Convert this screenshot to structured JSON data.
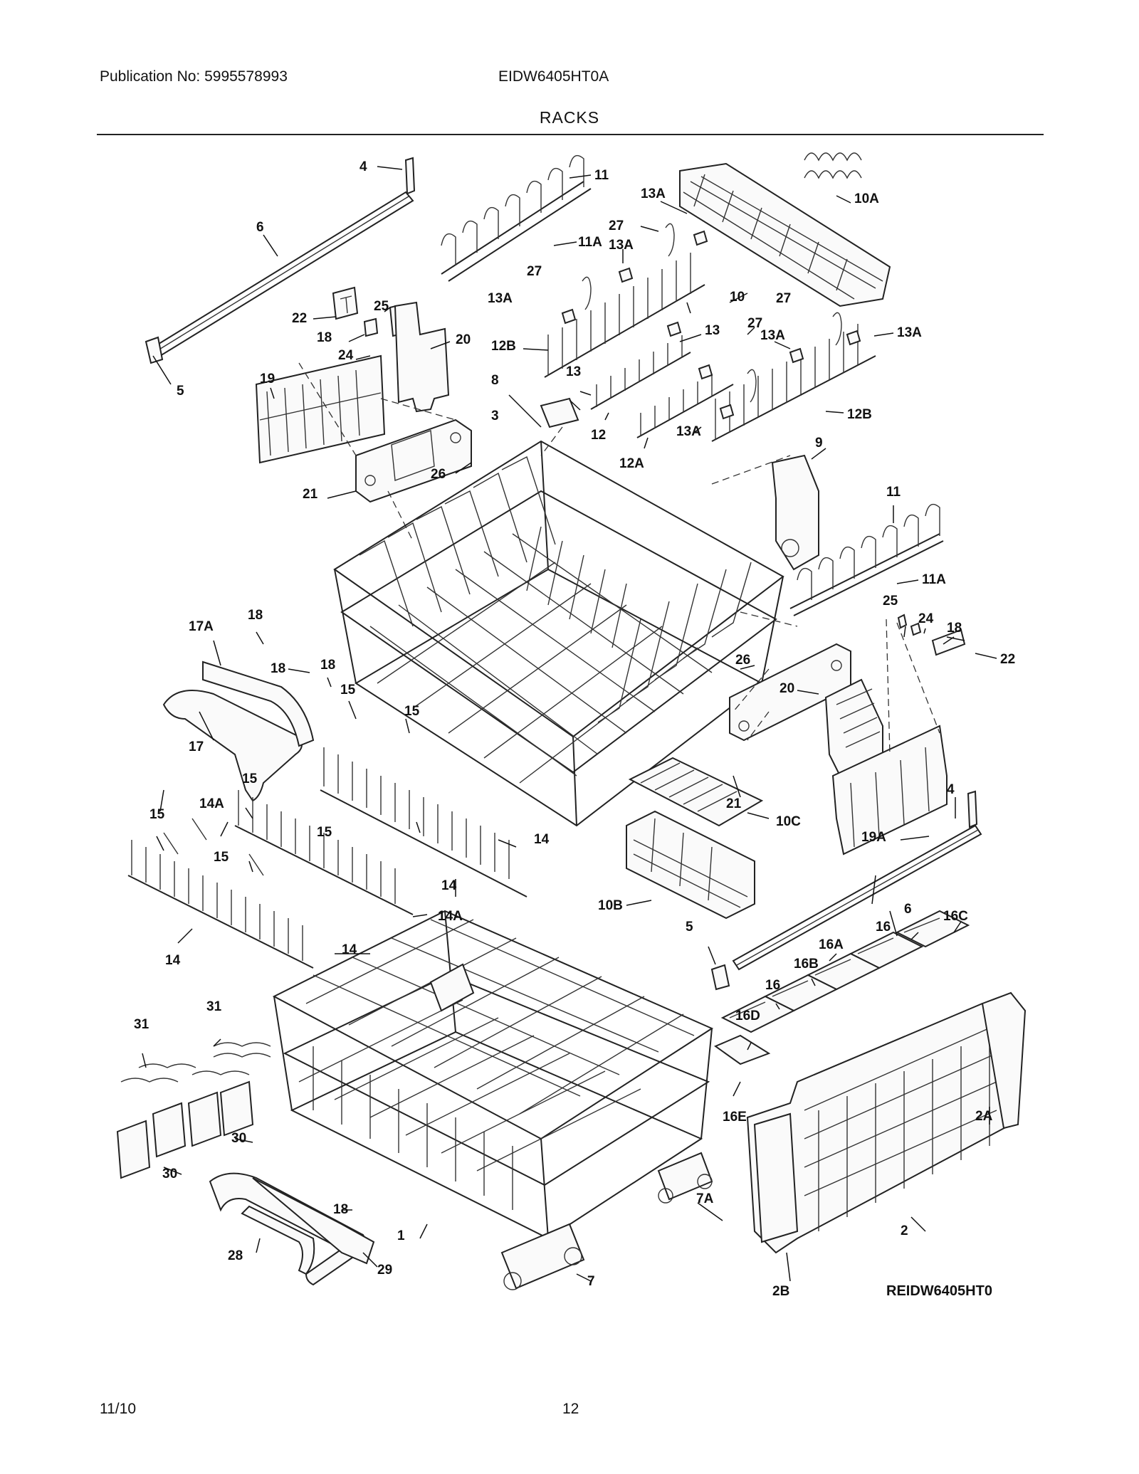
{
  "header": {
    "publication": "Publication No: 5995578993",
    "model": "EIDW6405HT0A",
    "section_title": "RACKS"
  },
  "diagram": {
    "reference": "REIDW6405HT0",
    "callouts": [
      {
        "id": "c4a",
        "text": "4"
      },
      {
        "id": "c11a",
        "text": "11"
      },
      {
        "id": "c6a",
        "text": "6"
      },
      {
        "id": "c13Aa",
        "text": "13A"
      },
      {
        "id": "c10A",
        "text": "10A"
      },
      {
        "id": "c27a",
        "text": "27"
      },
      {
        "id": "c11Aa",
        "text": "11A"
      },
      {
        "id": "c13Ab",
        "text": "13A"
      },
      {
        "id": "c27b",
        "text": "27"
      },
      {
        "id": "c22a",
        "text": "22"
      },
      {
        "id": "c25a",
        "text": "25"
      },
      {
        "id": "c13Ac",
        "text": "13A"
      },
      {
        "id": "c10",
        "text": "10"
      },
      {
        "id": "c27c",
        "text": "27"
      },
      {
        "id": "c18a",
        "text": "18"
      },
      {
        "id": "c20a",
        "text": "20"
      },
      {
        "id": "c12Ba",
        "text": "12B"
      },
      {
        "id": "c13a",
        "text": "13"
      },
      {
        "id": "c27d",
        "text": "27"
      },
      {
        "id": "c13Ad",
        "text": "13A"
      },
      {
        "id": "c13Ae",
        "text": "13A"
      },
      {
        "id": "c24a",
        "text": "24"
      },
      {
        "id": "c19",
        "text": "19"
      },
      {
        "id": "c5a",
        "text": "5"
      },
      {
        "id": "c13b",
        "text": "13"
      },
      {
        "id": "c8",
        "text": "8"
      },
      {
        "id": "c3",
        "text": "3"
      },
      {
        "id": "c12",
        "text": "12"
      },
      {
        "id": "c13Af",
        "text": "13A"
      },
      {
        "id": "c12Bb",
        "text": "12B"
      },
      {
        "id": "c12A",
        "text": "12A"
      },
      {
        "id": "c9",
        "text": "9"
      },
      {
        "id": "c26a",
        "text": "26"
      },
      {
        "id": "c21a",
        "text": "21"
      },
      {
        "id": "c11b",
        "text": "11"
      },
      {
        "id": "c11Ab",
        "text": "11A"
      },
      {
        "id": "c17A",
        "text": "17A"
      },
      {
        "id": "c18b",
        "text": "18"
      },
      {
        "id": "c25b",
        "text": "25"
      },
      {
        "id": "c24b",
        "text": "24"
      },
      {
        "id": "c18c",
        "text": "18"
      },
      {
        "id": "c22b",
        "text": "22"
      },
      {
        "id": "c18d",
        "text": "18"
      },
      {
        "id": "c18e",
        "text": "18"
      },
      {
        "id": "c26b",
        "text": "26"
      },
      {
        "id": "c17",
        "text": "17"
      },
      {
        "id": "c15a",
        "text": "15"
      },
      {
        "id": "c20b",
        "text": "20"
      },
      {
        "id": "c21b",
        "text": "21"
      },
      {
        "id": "c15b",
        "text": "15"
      },
      {
        "id": "c15c",
        "text": "15"
      },
      {
        "id": "c4b",
        "text": "4"
      },
      {
        "id": "c15d",
        "text": "15"
      },
      {
        "id": "c14A1",
        "text": "14A"
      },
      {
        "id": "c10C",
        "text": "10C"
      },
      {
        "id": "c19A",
        "text": "19A"
      },
      {
        "id": "c14a",
        "text": "14"
      },
      {
        "id": "c15e",
        "text": "15"
      },
      {
        "id": "c15f",
        "text": "15"
      },
      {
        "id": "c14b",
        "text": "14"
      },
      {
        "id": "c10B",
        "text": "10B"
      },
      {
        "id": "c14A2",
        "text": "14A"
      },
      {
        "id": "c6b",
        "text": "6"
      },
      {
        "id": "c16C",
        "text": "16C"
      },
      {
        "id": "c16a",
        "text": "16"
      },
      {
        "id": "c5b",
        "text": "5"
      },
      {
        "id": "c16A",
        "text": "16A"
      },
      {
        "id": "c14c",
        "text": "14"
      },
      {
        "id": "c14d",
        "text": "14"
      },
      {
        "id": "c16B",
        "text": "16B"
      },
      {
        "id": "c16b",
        "text": "16"
      },
      {
        "id": "c31a",
        "text": "31"
      },
      {
        "id": "c16D",
        "text": "16D"
      },
      {
        "id": "c31b",
        "text": "31"
      },
      {
        "id": "c16E",
        "text": "16E"
      },
      {
        "id": "c2A",
        "text": "2A"
      },
      {
        "id": "c30a",
        "text": "30"
      },
      {
        "id": "c30b",
        "text": "30"
      },
      {
        "id": "c18f",
        "text": "18"
      },
      {
        "id": "c7A",
        "text": "7A"
      },
      {
        "id": "c2",
        "text": "2"
      },
      {
        "id": "c1",
        "text": "1"
      },
      {
        "id": "c28",
        "text": "28"
      },
      {
        "id": "c29",
        "text": "29"
      },
      {
        "id": "c7",
        "text": "7"
      },
      {
        "id": "c2B",
        "text": "2B"
      }
    ]
  },
  "footer": {
    "date": "11/10",
    "page": "12"
  }
}
